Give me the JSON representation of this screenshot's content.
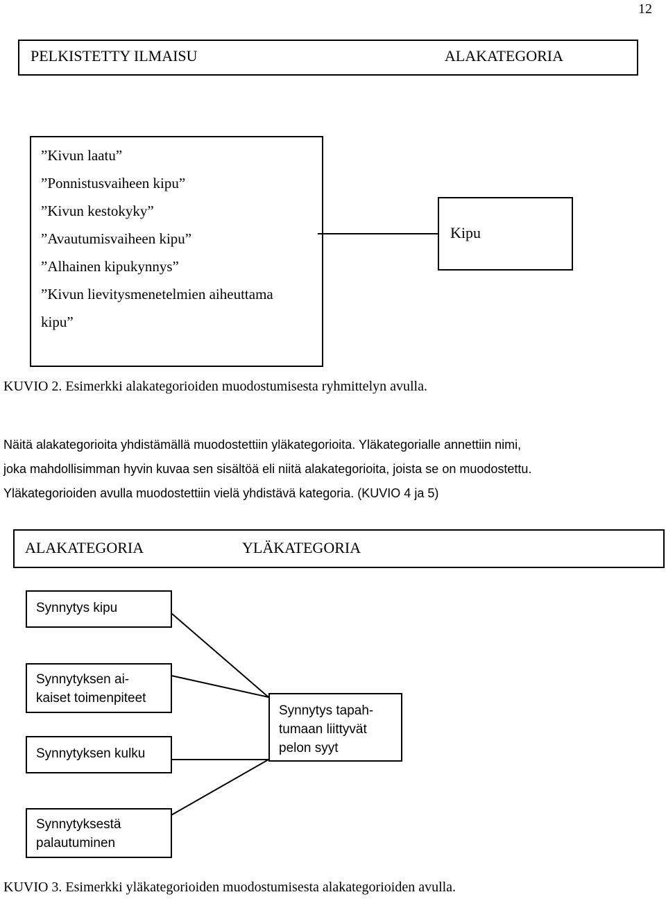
{
  "page_number": "12",
  "figure2": {
    "header": {
      "left": "PELKISTETTY ILMAISU",
      "right": "ALAKATEGORIA"
    },
    "expressions": [
      "”Kivun laatu”",
      "”Ponnistusvaiheen kipu”",
      "”Kivun kestokyky”",
      "”Avautumisvaiheen kipu”",
      "”Alhainen kipukynnys”",
      "”Kivun lievitysmenetelmien aiheuttama",
      "kipu”"
    ],
    "subcategory": "Kipu",
    "caption": "KUVIO 2. Esimerkki alakategorioiden muodostumisesta ryhmittelyn avulla."
  },
  "paragraph": [
    "Näitä alakategorioita yhdistämällä muodostettiin yläkategorioita. Yläkategorialle annettiin nimi,",
    "joka mahdollisimman hyvin kuvaa sen sisältöä eli niitä alakategorioita, joista se on muodostettu.",
    "Yläkategorioiden avulla muodostettiin vielä yhdistävä kategoria. (KUVIO 4 ja 5)"
  ],
  "figure3": {
    "header": {
      "left": "ALAKATEGORIA",
      "right": "YLÄKATEGORIA"
    },
    "subcategories": [
      {
        "line1": "Synnytys kipu",
        "line2": ""
      },
      {
        "line1": "Synnytyksen ai-",
        "line2": "kaiset toimenpiteet"
      },
      {
        "line1": "Synnytyksen kulku",
        "line2": ""
      },
      {
        "line1": "Synnytyksestä",
        "line2": "palautuminen"
      }
    ],
    "supercategory": {
      "line1": "Synnytys tapah-",
      "line2": "tumaan liittyvät",
      "line3": "pelon syyt"
    },
    "caption": "KUVIO 3. Esimerkki yläkategorioiden muodostumisesta alakategorioiden avulla."
  }
}
